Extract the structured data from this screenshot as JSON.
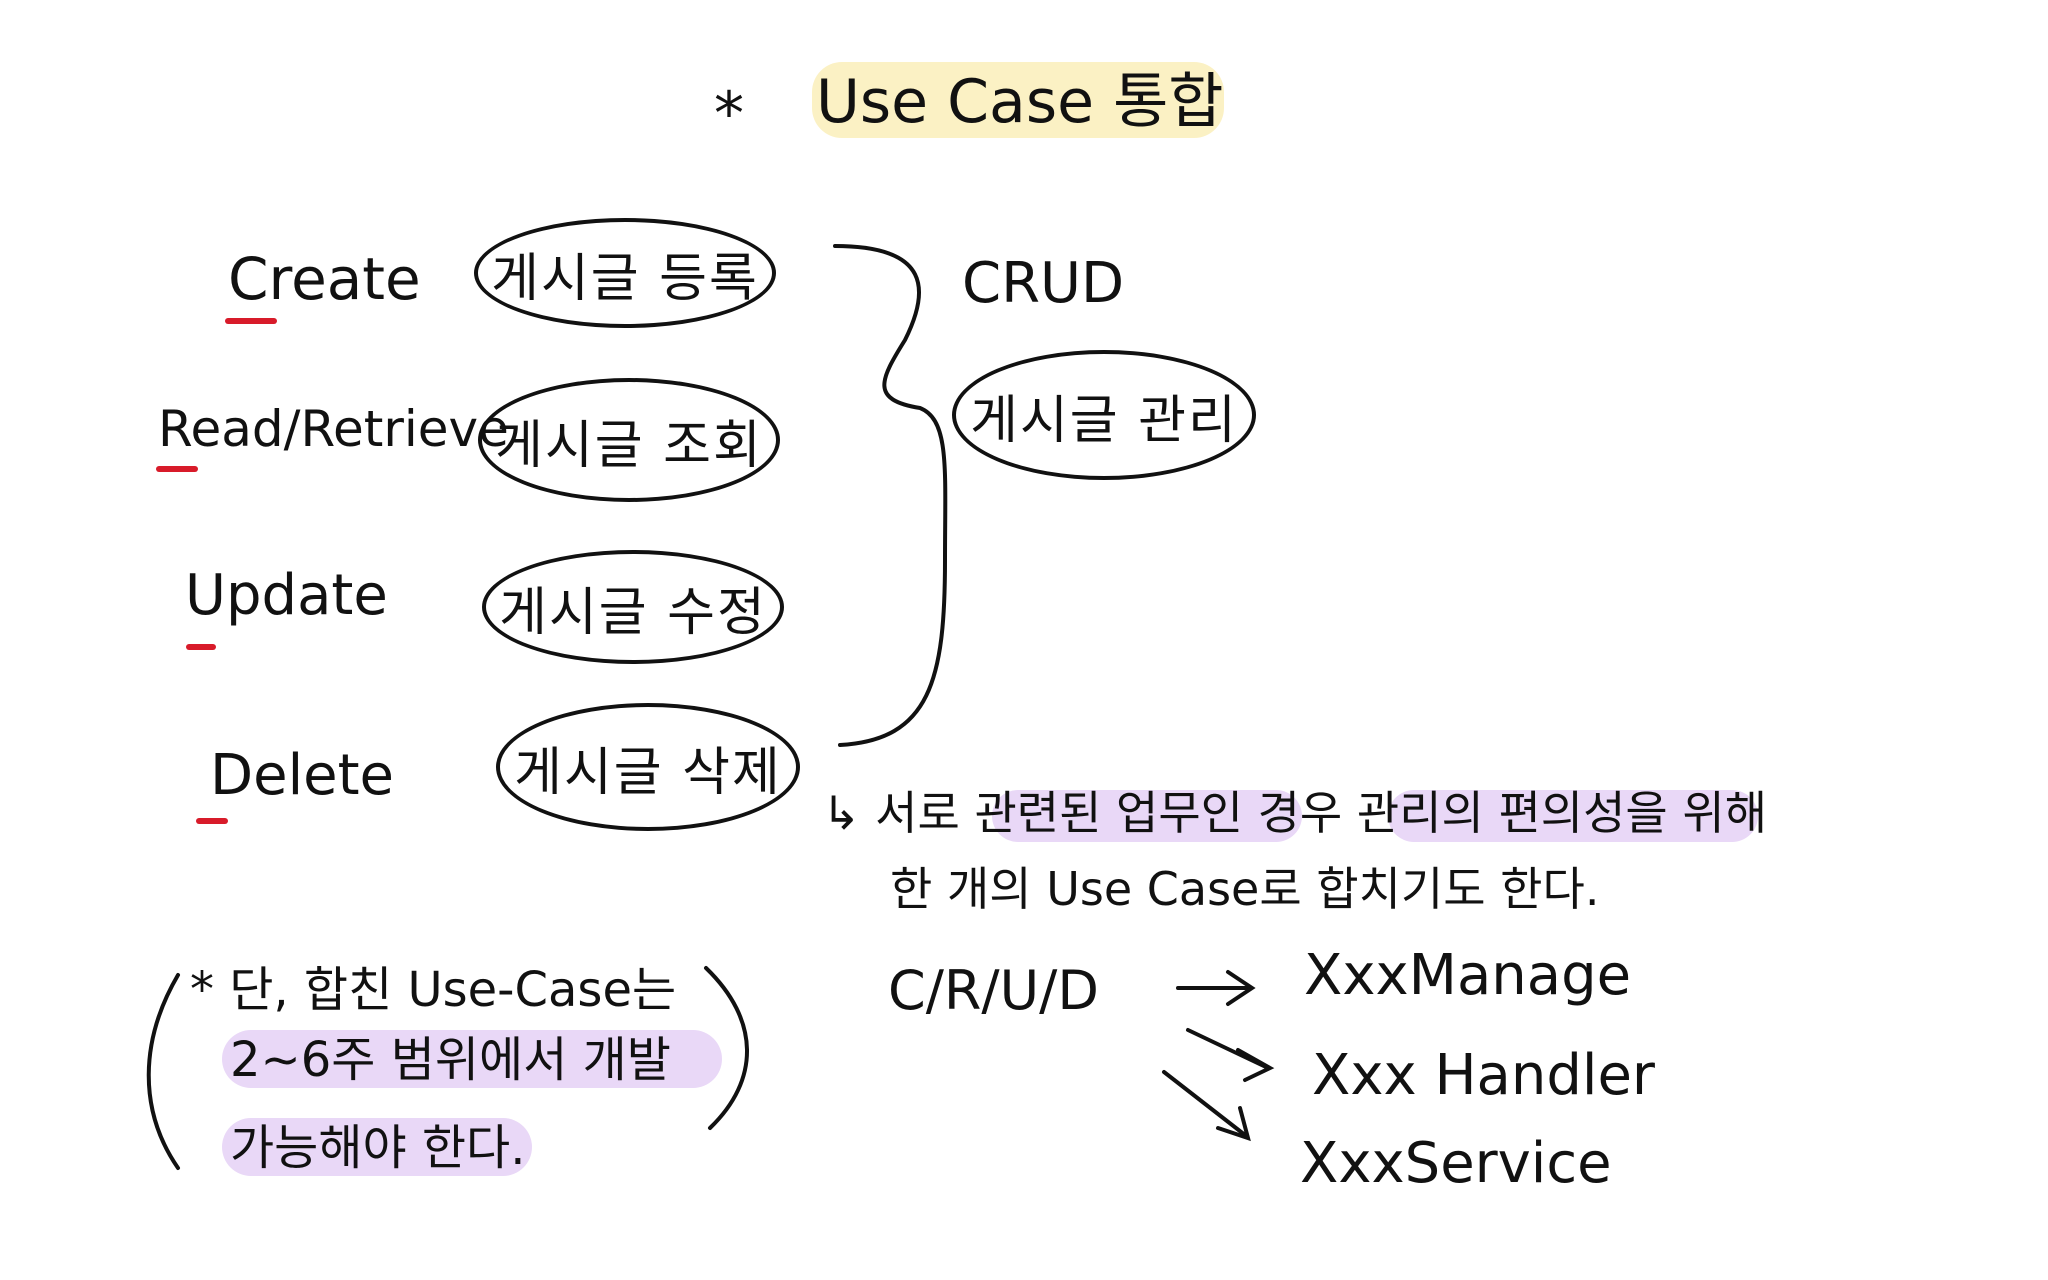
{
  "title": {
    "marker": "*",
    "text": "Use Case 통합"
  },
  "crud": {
    "letters": [
      {
        "word": "Create",
        "use_case": "게시글 등록"
      },
      {
        "word": "Read/Retrieve",
        "use_case": "게시글 조회"
      },
      {
        "word": "Update",
        "use_case": "게시글 수정"
      },
      {
        "word": "Delete",
        "use_case": "게시글 삭제"
      }
    ],
    "group_label": "CRUD",
    "merged_use_case": "게시글 관리"
  },
  "explanation": {
    "arrow": "↳",
    "line1_pre": "서로 ",
    "line1_hl1": "관련된 업무인",
    "line1_mid": " 경우 ",
    "line1_hl2": "관리의 편의성을",
    "line1_post": " 위해",
    "line2": "한 개의 Use Case로 합치기도 한다."
  },
  "naming": {
    "source": "C/R/U/D",
    "targets": [
      "XxxManage",
      "Xxx Handler",
      "XxxService"
    ]
  },
  "note": {
    "line1": "* 단, 합친 Use-Case는",
    "line2": "2~6주 범위에서 개발",
    "line3": "가능해야 한다."
  },
  "colors": {
    "ink": "#111111",
    "underline": "#d81b2a",
    "title_highlight": "#fbf1c4",
    "text_highlight": "#e9d8f7"
  }
}
